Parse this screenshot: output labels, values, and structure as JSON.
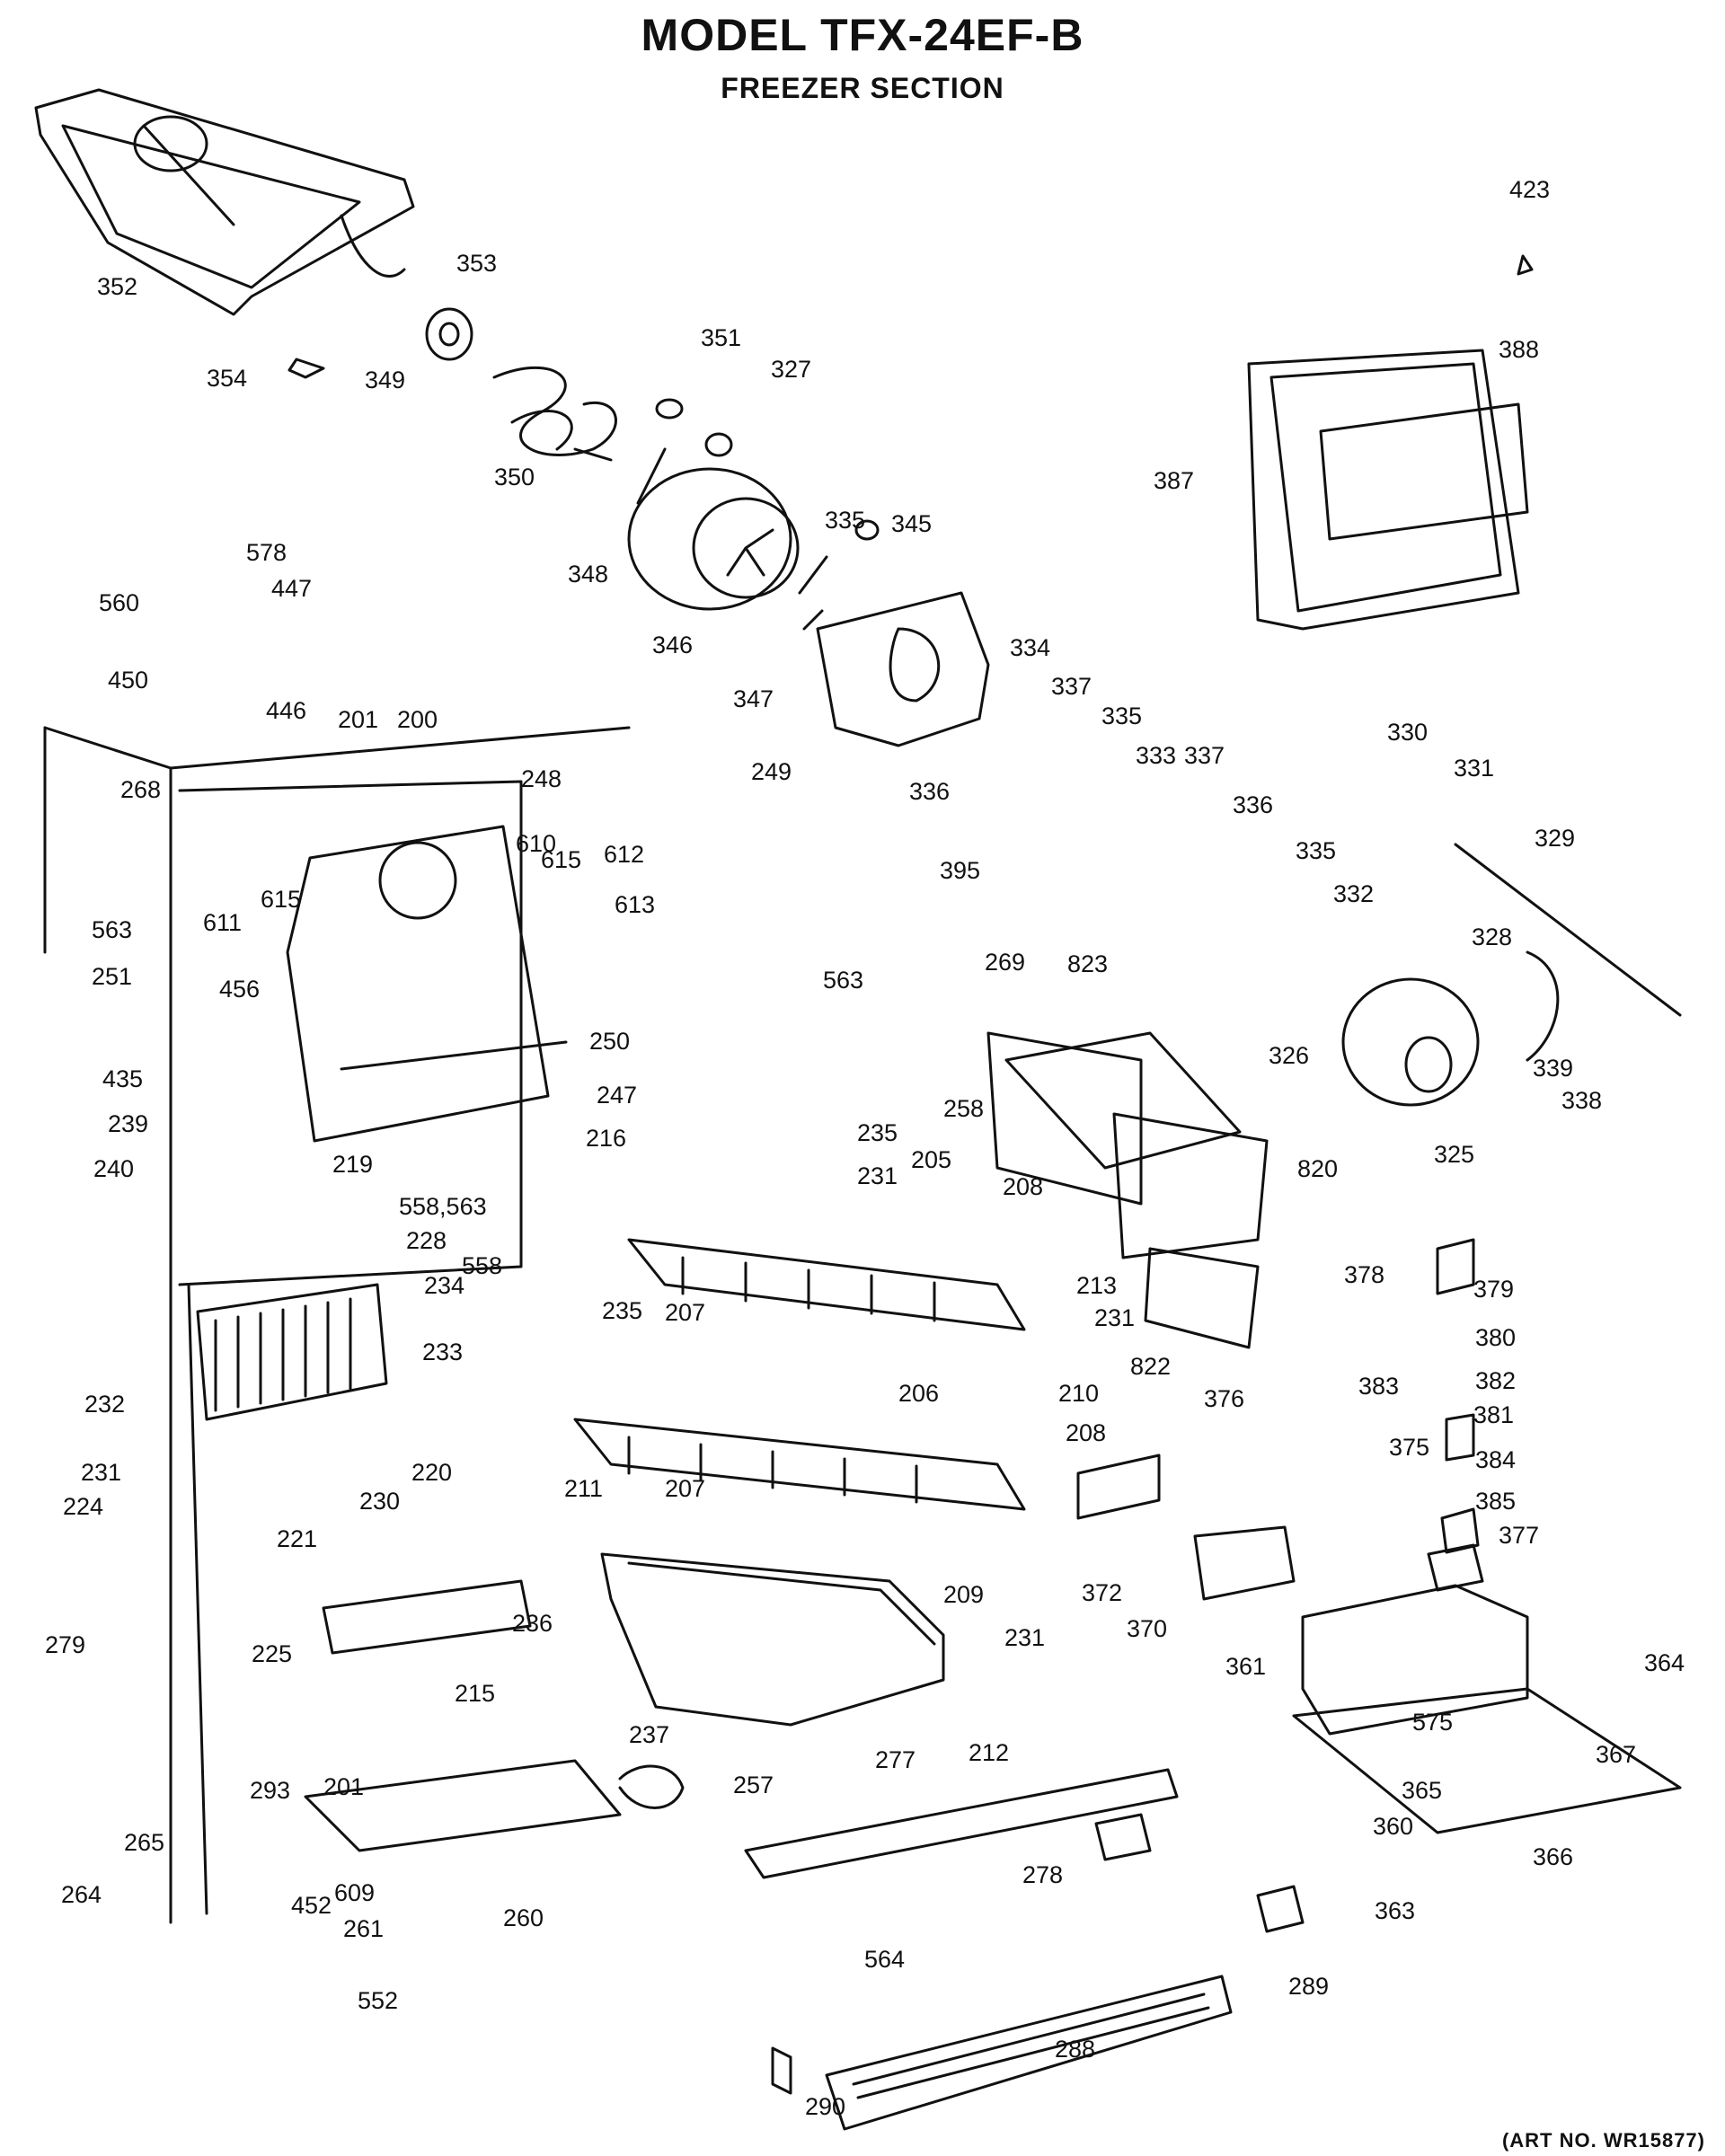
{
  "header": {
    "title": "MODEL TFX-24EF-B",
    "subtitle": "FREEZER SECTION"
  },
  "footer": {
    "art_number": "(ART NO. WR15877)"
  },
  "parts": [
    {
      "id": "p352",
      "text": "352"
    },
    {
      "id": "p353",
      "text": "353"
    },
    {
      "id": "p354",
      "text": "354"
    },
    {
      "id": "p349",
      "text": "349"
    },
    {
      "id": "p351",
      "text": "351"
    },
    {
      "id": "p327",
      "text": "327"
    },
    {
      "id": "p350",
      "text": "350"
    },
    {
      "id": "p348",
      "text": "348"
    },
    {
      "id": "p346",
      "text": "346"
    },
    {
      "id": "p347",
      "text": "347"
    },
    {
      "id": "p335a",
      "text": "335"
    },
    {
      "id": "p345",
      "text": "345"
    },
    {
      "id": "p423",
      "text": "423"
    },
    {
      "id": "p388",
      "text": "388"
    },
    {
      "id": "p387",
      "text": "387"
    },
    {
      "id": "p578",
      "text": "578"
    },
    {
      "id": "p447",
      "text": "447"
    },
    {
      "id": "p560",
      "text": "560"
    },
    {
      "id": "p450",
      "text": "450"
    },
    {
      "id": "p446",
      "text": "446"
    },
    {
      "id": "p201a",
      "text": "201"
    },
    {
      "id": "p200",
      "text": "200"
    },
    {
      "id": "p268",
      "text": "268"
    },
    {
      "id": "p248",
      "text": "248"
    },
    {
      "id": "p249",
      "text": "249"
    },
    {
      "id": "p334",
      "text": "334"
    },
    {
      "id": "p337a",
      "text": "337"
    },
    {
      "id": "p335b",
      "text": "335"
    },
    {
      "id": "p333",
      "text": "333"
    },
    {
      "id": "p337b",
      "text": "337"
    },
    {
      "id": "p336a",
      "text": "336"
    },
    {
      "id": "p330",
      "text": "330"
    },
    {
      "id": "p331",
      "text": "331"
    },
    {
      "id": "p336b",
      "text": "336"
    },
    {
      "id": "p329",
      "text": "329"
    },
    {
      "id": "p335c",
      "text": "335"
    },
    {
      "id": "p332",
      "text": "332"
    },
    {
      "id": "p610",
      "text": "610"
    },
    {
      "id": "p615a",
      "text": "615"
    },
    {
      "id": "p615b",
      "text": "615"
    },
    {
      "id": "p612",
      "text": "612"
    },
    {
      "id": "p611",
      "text": "611"
    },
    {
      "id": "p563a",
      "text": "563"
    },
    {
      "id": "p613",
      "text": "613"
    },
    {
      "id": "p395",
      "text": "395"
    },
    {
      "id": "p563b",
      "text": "563"
    },
    {
      "id": "p251",
      "text": "251"
    },
    {
      "id": "p456",
      "text": "456"
    },
    {
      "id": "p269",
      "text": "269"
    },
    {
      "id": "p823",
      "text": "823"
    },
    {
      "id": "p328",
      "text": "328"
    },
    {
      "id": "p326",
      "text": "326"
    },
    {
      "id": "p250",
      "text": "250"
    },
    {
      "id": "p435",
      "text": "435"
    },
    {
      "id": "p247",
      "text": "247"
    },
    {
      "id": "p258",
      "text": "258"
    },
    {
      "id": "p339",
      "text": "339"
    },
    {
      "id": "p338",
      "text": "338"
    },
    {
      "id": "p325",
      "text": "325"
    },
    {
      "id": "p239",
      "text": "239"
    },
    {
      "id": "p216",
      "text": "216"
    },
    {
      "id": "p235a",
      "text": "235"
    },
    {
      "id": "p231a",
      "text": "231"
    },
    {
      "id": "p205",
      "text": "205"
    },
    {
      "id": "p240",
      "text": "240"
    },
    {
      "id": "p219",
      "text": "219"
    },
    {
      "id": "p820",
      "text": "820"
    },
    {
      "id": "p558_563",
      "text": "558,563"
    },
    {
      "id": "p208a",
      "text": "208"
    },
    {
      "id": "p228",
      "text": "228"
    },
    {
      "id": "p558",
      "text": "558"
    },
    {
      "id": "p234",
      "text": "234"
    },
    {
      "id": "p378",
      "text": "378"
    },
    {
      "id": "p379",
      "text": "379"
    },
    {
      "id": "p235b",
      "text": "235"
    },
    {
      "id": "p207a",
      "text": "207"
    },
    {
      "id": "p213",
      "text": "213"
    },
    {
      "id": "p231b",
      "text": "231"
    },
    {
      "id": "p233",
      "text": "233"
    },
    {
      "id": "p822",
      "text": "822"
    },
    {
      "id": "p380",
      "text": "380"
    },
    {
      "id": "p382",
      "text": "382"
    },
    {
      "id": "p206",
      "text": "206"
    },
    {
      "id": "p210",
      "text": "210"
    },
    {
      "id": "p232",
      "text": "232"
    },
    {
      "id": "p376",
      "text": "376"
    },
    {
      "id": "p383",
      "text": "383"
    },
    {
      "id": "p381",
      "text": "381"
    },
    {
      "id": "p208b",
      "text": "208"
    },
    {
      "id": "p220",
      "text": "220"
    },
    {
      "id": "p375",
      "text": "375"
    },
    {
      "id": "p231c",
      "text": "231"
    },
    {
      "id": "p384",
      "text": "384"
    },
    {
      "id": "p224",
      "text": "224"
    },
    {
      "id": "p211",
      "text": "211"
    },
    {
      "id": "p207b",
      "text": "207"
    },
    {
      "id": "p385",
      "text": "385"
    },
    {
      "id": "p230",
      "text": "230"
    },
    {
      "id": "p377",
      "text": "377"
    },
    {
      "id": "p221",
      "text": "221"
    },
    {
      "id": "p372",
      "text": "372"
    },
    {
      "id": "p209",
      "text": "209"
    },
    {
      "id": "p231d",
      "text": "231"
    },
    {
      "id": "p370",
      "text": "370"
    },
    {
      "id": "p236",
      "text": "236"
    },
    {
      "id": "p279",
      "text": "279"
    },
    {
      "id": "p225",
      "text": "225"
    },
    {
      "id": "p215",
      "text": "215"
    },
    {
      "id": "p361",
      "text": "361"
    },
    {
      "id": "p364",
      "text": "364"
    },
    {
      "id": "p237",
      "text": "237"
    },
    {
      "id": "p212",
      "text": "212"
    },
    {
      "id": "p575",
      "text": "575"
    },
    {
      "id": "p277",
      "text": "277"
    },
    {
      "id": "p367",
      "text": "367"
    },
    {
      "id": "p201b",
      "text": "201"
    },
    {
      "id": "p257",
      "text": "257"
    },
    {
      "id": "p293",
      "text": "293"
    },
    {
      "id": "p265",
      "text": "265"
    },
    {
      "id": "p365",
      "text": "365"
    },
    {
      "id": "p360",
      "text": "360"
    },
    {
      "id": "p366",
      "text": "366"
    },
    {
      "id": "p264",
      "text": "264"
    },
    {
      "id": "p609",
      "text": "609"
    },
    {
      "id": "p278",
      "text": "278"
    },
    {
      "id": "p260",
      "text": "260"
    },
    {
      "id": "p363",
      "text": "363"
    },
    {
      "id": "p452",
      "text": "452"
    },
    {
      "id": "p261",
      "text": "261"
    },
    {
      "id": "p289",
      "text": "289"
    },
    {
      "id": "p564",
      "text": "564"
    },
    {
      "id": "p552",
      "text": "552"
    },
    {
      "id": "p288",
      "text": "288"
    },
    {
      "id": "p290",
      "text": "290"
    }
  ]
}
